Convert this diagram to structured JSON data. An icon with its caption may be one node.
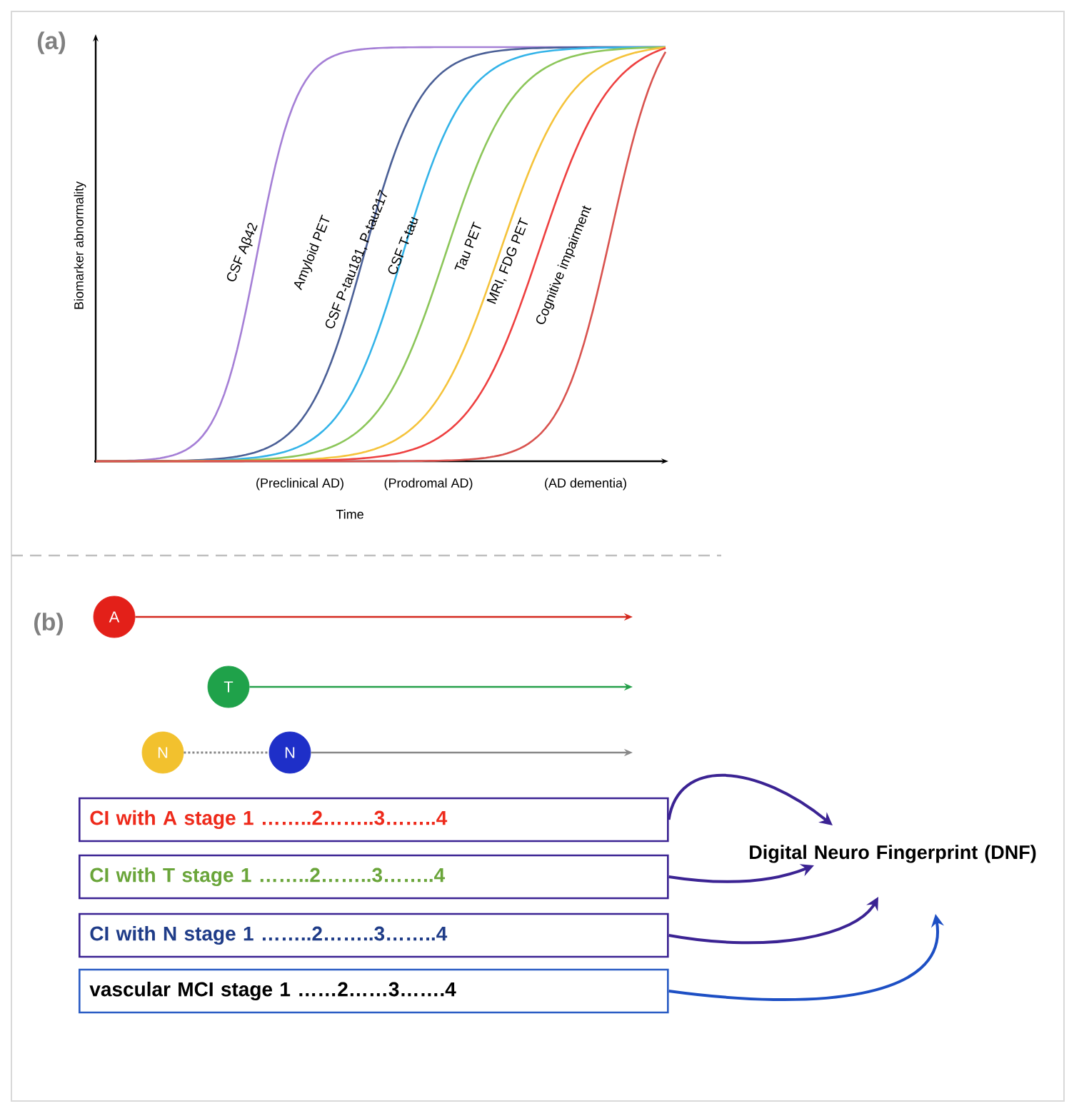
{
  "diagram": {
    "nodes": [
      {
        "text": [
          "A"
        ]
      },
      {
        "text": [
          "T"
        ]
      },
      {
        "text": [
          "N"
        ]
      },
      {
        "text": [
          "N"
        ]
      },
      {
        "text": [
          "CI with A stage 1 ……..2……..3……..4"
        ]
      },
      {
        "text": [
          "CI with T stage 1 ……..2……..3……..4"
        ]
      },
      {
        "text": [
          "CI with N stage 1 ……..2……..3……..4"
        ]
      },
      {
        "text": [
          "vascular MCI stage 1 ……2……3…….4"
        ]
      },
      {
        "text": [
          "Digital Neuro Fingerprint (DNF)"
        ]
      }
    ],
    "edges": [
      {
        "from": 0,
        "to": null,
        "arrow": "to",
        "color": "#d42a1f"
      },
      {
        "from": 1,
        "to": null,
        "arrow": "to",
        "color": "#25a04a"
      },
      {
        "from": 2,
        "to": 3,
        "arrow": "none",
        "style": "dashed",
        "color": "#888888"
      },
      {
        "from": 3,
        "to": null,
        "arrow": "to",
        "color": "#888888"
      },
      {
        "from": 4,
        "to": 8,
        "arrow": "to"
      },
      {
        "from": 5,
        "to": 8,
        "arrow": "to"
      },
      {
        "from": 6,
        "to": 8,
        "arrow": "to"
      },
      {
        "from": 7,
        "to": 8,
        "arrow": "to",
        "color": "#1d4fc4"
      }
    ],
    "labels": [
      "(a)",
      "Biomarker abnormality",
      "CSF Aβ42",
      "Amyloid PET",
      "CSF P-tau181, P-tau217",
      "CSF T-tau",
      "Tau PET",
      "MRI, FDG PET",
      "Cognitive impairment",
      "(Preclinical AD)",
      "(Prodromal AD)",
      "(AD dementia)",
      "Time",
      "(b)"
    ]
  }
}
